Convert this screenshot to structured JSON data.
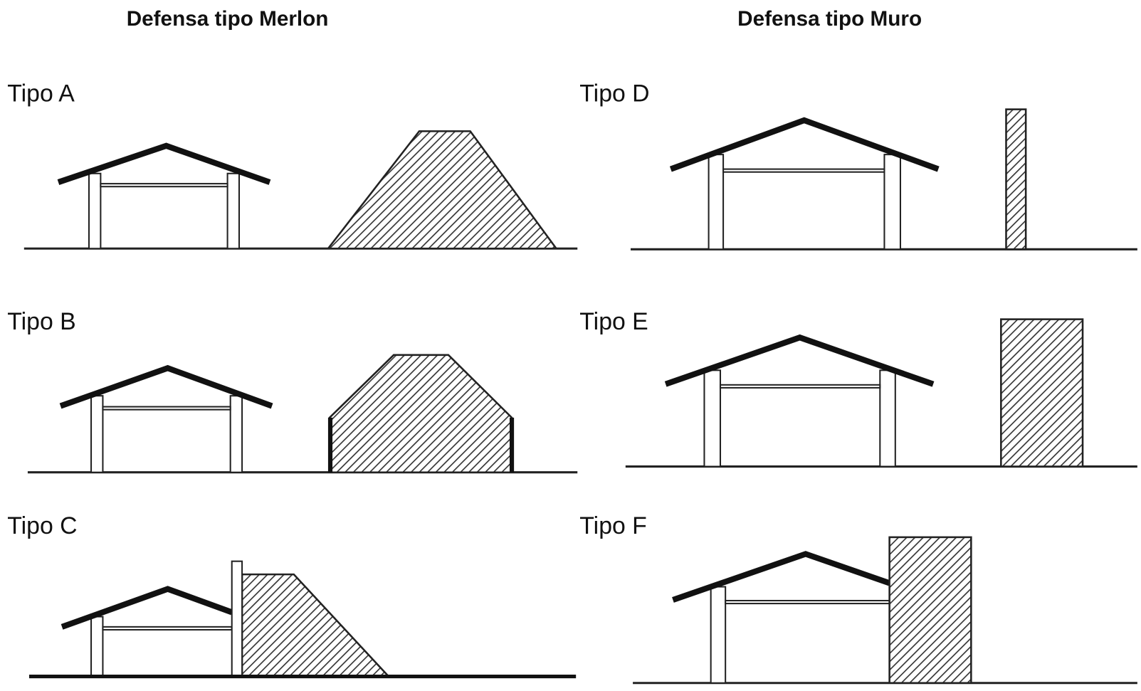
{
  "headings": {
    "merlon": "Defensa tipo Merlon",
    "muro": "Defensa tipo Muro"
  },
  "types": {
    "a": "Tipo A",
    "b": "Tipo B",
    "c": "Tipo C",
    "d": "Tipo D",
    "e": "Tipo E",
    "f": "Tipo F"
  }
}
